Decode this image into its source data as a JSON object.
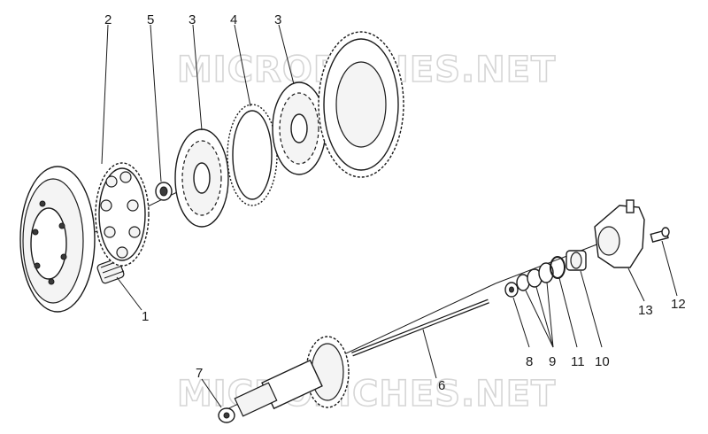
{
  "watermarks": [
    "MICROFICHES.NET",
    "MICROFICHES.NET"
  ],
  "callouts": {
    "n1": "1",
    "n2": "2",
    "n3a": "3",
    "n3b": "3",
    "n4": "4",
    "n5": "5",
    "n6": "6",
    "n7": "7",
    "n8": "8",
    "n9": "9",
    "n10": "10",
    "n11": "11",
    "n12": "12",
    "n13": "13"
  }
}
